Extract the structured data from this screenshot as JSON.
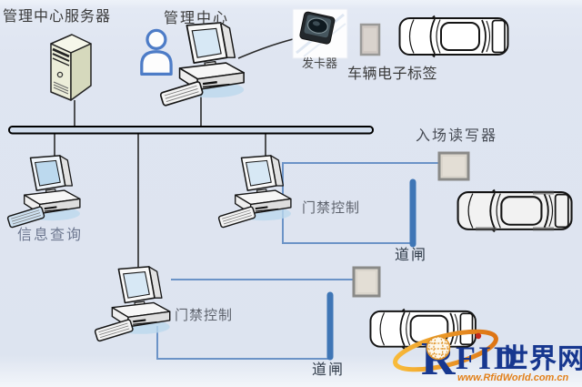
{
  "nodes": {
    "server_label": "管理中心服务器",
    "management_center_label": "管理中心",
    "card_issuer_label": "发卡器",
    "vehicle_tag_label": "车辆电子标签",
    "entrance_reader_label": "入场读写器",
    "info_query_label": "信息查询",
    "access_control_right_label": "门禁控制",
    "access_control_bottom_label": "门禁控制",
    "barrier_right_label": "道闸",
    "barrier_bottom_label": "道闸"
  },
  "logo": {
    "r": "R",
    "fid": "FID",
    "world": "世界网",
    "url": "www.RfidWorld.com.cn"
  },
  "icons": {
    "server": "server-tower-icon",
    "operator": "person-icon",
    "workstation": "desktop-computer-icon",
    "card_issuer": "card-issuer-device-icon",
    "vehicle_tag": "rfid-tag-icon",
    "reader": "rfid-reader-square-icon",
    "barrier": "barrier-gate-bar",
    "car": "car-top-view-icon",
    "logo": "rfid-world-logo"
  },
  "colors": {
    "background": "#dfe5f1",
    "bus_fill": "#d0dcec",
    "drop_line": "#2a2a2a",
    "loop_line": "#6b93c7",
    "barrier_bar": "#3f76b6",
    "reader_fill": "#dad5cc",
    "reader_border": "#8a8a88",
    "server_front": "#ecedd9",
    "screen_blue": "#d7e8f5",
    "person_stroke": "#4d7cc7",
    "logo_blue": "#17378f",
    "logo_orange": "#e2801a"
  }
}
